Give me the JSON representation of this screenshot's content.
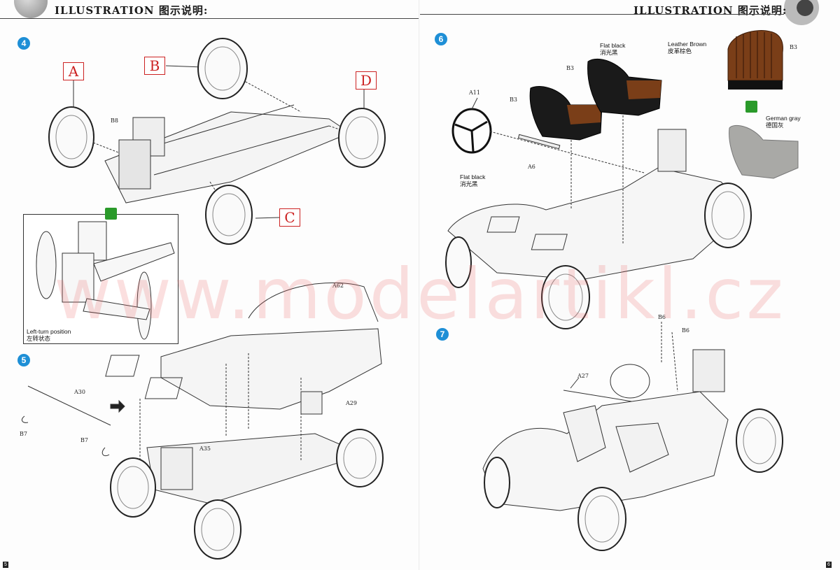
{
  "header": {
    "left_title": "ILLUSTRATION 图示说明:",
    "right_title": "ILLUSTRATION 图示说明:"
  },
  "steps": {
    "step4": {
      "number": "4",
      "callouts": [
        "A",
        "B",
        "C",
        "D"
      ],
      "parts": [
        "B8",
        "B8"
      ],
      "inset_note_en": "Left-turn position",
      "inset_note_cn": "左转状态"
    },
    "step5": {
      "number": "5",
      "parts": [
        "A30",
        "B7",
        "B7",
        "A62",
        "A29",
        "A35"
      ]
    },
    "step6": {
      "number": "6",
      "parts": [
        "A11",
        "A6",
        "B3",
        "B3",
        "B3"
      ],
      "notes": {
        "flat_black_top_en": "Flat black",
        "flat_black_top_cn": "消光黑",
        "leather_en": "Leather Brown",
        "leather_cn": "皮革棕色",
        "german_gray_en": "German gray",
        "german_gray_cn": "德国灰",
        "flat_black_wheel_en": "Flat black",
        "flat_black_wheel_cn": "消光黑"
      }
    },
    "step7": {
      "number": "7",
      "parts": [
        "B6",
        "B6",
        "A27"
      ]
    }
  },
  "watermark": "www.modelartikl.cz",
  "page_numbers": {
    "left": "5",
    "right": "6"
  },
  "colors": {
    "step_badge": "#1e8fd6",
    "callout": "#cc2222",
    "leather_brown": "#7a3e18",
    "flat_black": "#1a1a1a",
    "german_gray": "#a9a9a6",
    "option_icon": "#2a9a2a"
  },
  "icons": [
    "step-badge-icon",
    "option-alternate-icon",
    "assembly-arrow-icon"
  ]
}
